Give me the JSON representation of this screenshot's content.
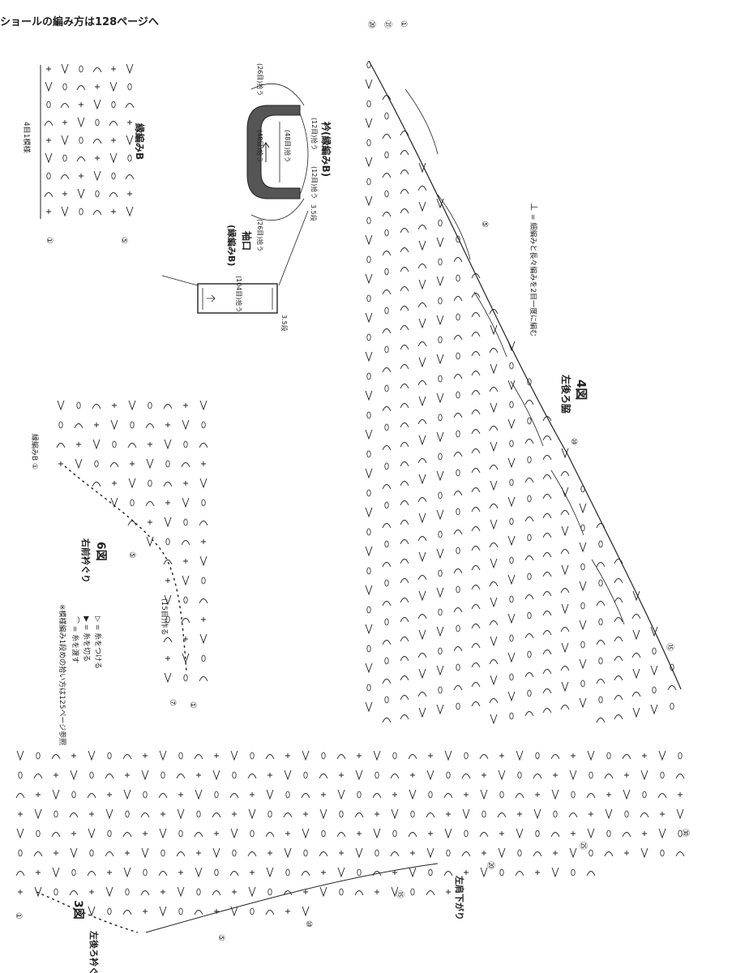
{
  "header": {
    "text": "ショールの編み方は128ページへ"
  },
  "colors": {
    "ink": "#222222",
    "collar_fill": "#555555",
    "paper": "#ffffff"
  },
  "fig4": {
    "title": "4図",
    "subtitle": "左後ろ脇",
    "note_symbol": "⊥",
    "note_text": "= 細編みと長々編みを2目一度に編む",
    "row_markers": [
      "①",
      "⑤",
      "⑩",
      "⑮",
      "⑳",
      "㉑"
    ]
  },
  "fig3": {
    "title": "3図",
    "subtitle": "左後ろ衿ぐり",
    "side_label": "左肩下がり",
    "row_markers": [
      "①",
      "⑤",
      "⑩",
      "⑮",
      "⑳",
      "㉕",
      "㉚"
    ]
  },
  "fig6": {
    "title": "6図",
    "subtitle": "右前衿ぐり",
    "pattern_label": "縁編みB ①",
    "make_label": "(15目)作る",
    "row_markers": [
      "①",
      "⑤",
      "⑦"
    ]
  },
  "legend": {
    "items": [
      "▷ = 糸をつける",
      "▶ = 糸を切る",
      "⌒ = 糸を渡す"
    ],
    "note": "※模様編み1段めの拾い方は125ページ参照"
  },
  "edge_b": {
    "title": "縁編みB",
    "repeat_label": "4目1模様",
    "row_markers": [
      "①",
      "⑤"
    ]
  },
  "collar": {
    "title": "衿(縁編みB)",
    "labels": [
      "(26目)拾う",
      "(48目)拾う",
      "(48目)拾う",
      "(12目)拾う",
      "(12目)拾う",
      "(26目)拾う",
      "3.5段"
    ]
  },
  "cuff": {
    "title": "袖口",
    "subtitle": "(縁編みB)",
    "labels": [
      "(104目)拾う",
      "3.5段"
    ]
  }
}
